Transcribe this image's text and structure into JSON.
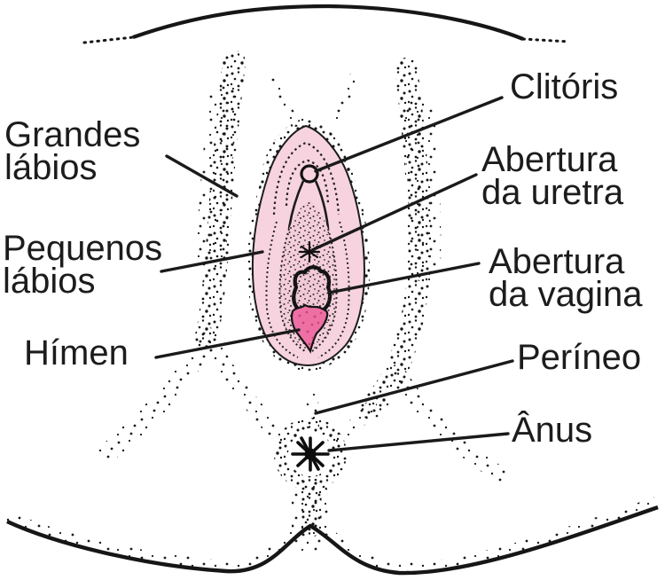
{
  "figure": {
    "description": "Anatomical stipple-style line diagram of female external genitalia with Portuguese labels",
    "colors": {
      "ink": "#1a1a1a",
      "vulva_pink": "#f7d3df",
      "vestibule_pink": "#f4cddb",
      "opening_pink": "#f1c9d6",
      "hymen_pink": "#ee6fa4",
      "background": "#ffffff"
    },
    "icons": {
      "urethra_marker": "asterisk-marker",
      "anus_marker": "star-marker"
    },
    "labels": {
      "grandes_labios": {
        "line1": "Grandes",
        "line2": "lábios"
      },
      "pequenos_labios": {
        "line1": "Pequenos",
        "line2": "lábios"
      },
      "himen": {
        "text": "Hímen"
      },
      "clitoris": {
        "text": "Clitóris"
      },
      "abertura_uretra": {
        "line1": "Abertura",
        "line2": "da uretra"
      },
      "abertura_vagina": {
        "line1": "Abertura",
        "line2": "da vagina"
      },
      "perineo": {
        "text": "Períneo"
      },
      "anus": {
        "text": "Ânus"
      }
    }
  }
}
